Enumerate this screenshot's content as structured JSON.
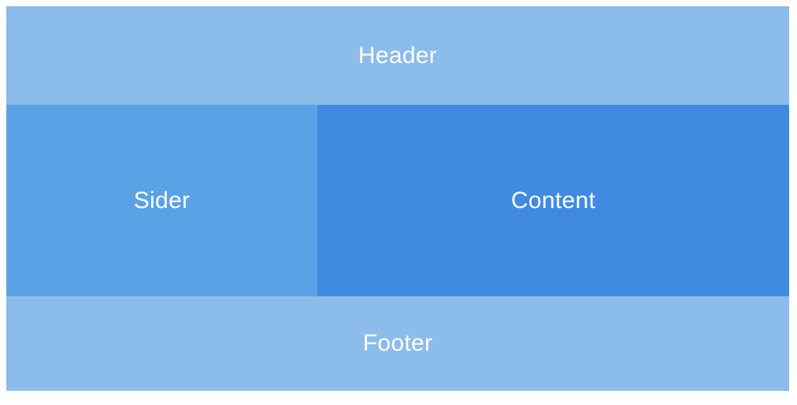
{
  "layout": {
    "header": {
      "label": "Header"
    },
    "sider": {
      "label": "Sider"
    },
    "content": {
      "label": "Content"
    },
    "footer": {
      "label": "Footer"
    }
  },
  "colors": {
    "page_bg": "#ffffff",
    "header_bg": "#8cbce9",
    "sider_bg": "#59a2e6",
    "content_bg": "#418ae2",
    "footer_bg": "#8cbce9",
    "text": "#ffffff"
  }
}
